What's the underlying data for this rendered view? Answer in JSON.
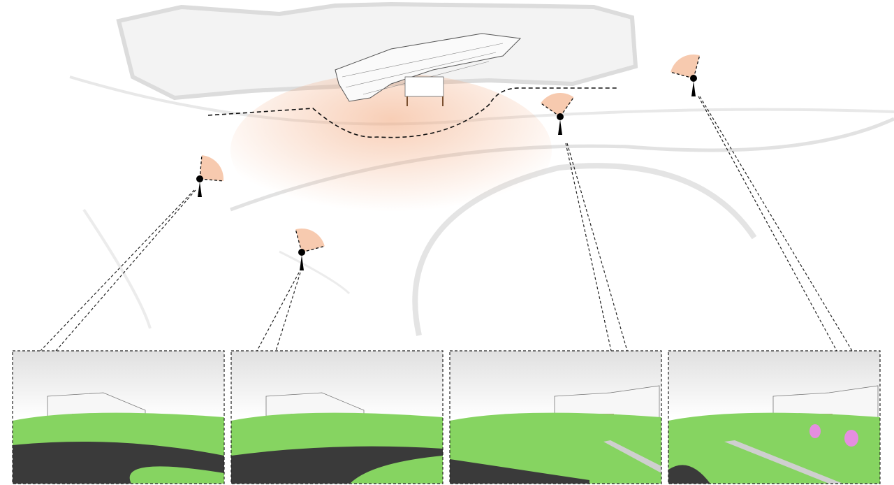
{
  "colors": {
    "background": "#ffffff",
    "site_model": "#e6e6e6",
    "view_cone": "#f2a67a",
    "marker": "#000000",
    "grass": "#86d461",
    "road": "#3a3a3a",
    "sky": "#f2f2f2"
  },
  "cameras": [
    {
      "id": "view-1",
      "icon": "camera-position-marker"
    },
    {
      "id": "view-2",
      "icon": "camera-position-marker"
    },
    {
      "id": "view-3",
      "icon": "camera-position-marker"
    },
    {
      "id": "view-4",
      "icon": "camera-position-marker"
    }
  ]
}
